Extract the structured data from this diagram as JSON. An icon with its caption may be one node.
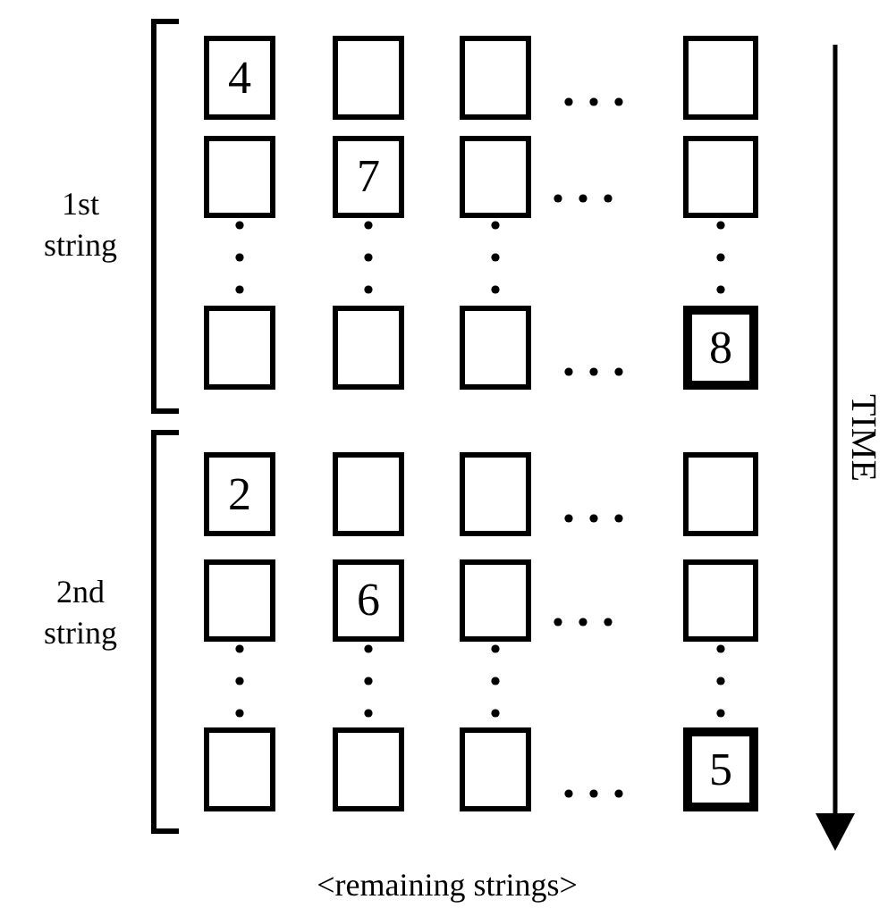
{
  "diagram": {
    "nodes": [
      {
        "text": [
          "4"
        ]
      },
      {
        "text": [],
        "shape": "box"
      },
      {
        "text": [],
        "shape": "box"
      },
      {
        "text": [],
        "shape": "box"
      },
      {
        "text": [],
        "shape": "box"
      },
      {
        "text": [
          "7"
        ]
      },
      {
        "text": [],
        "shape": "box"
      },
      {
        "text": [],
        "shape": "box"
      },
      {
        "text": [],
        "shape": "box"
      },
      {
        "text": [],
        "shape": "box"
      },
      {
        "text": [],
        "shape": "box"
      },
      {
        "text": [
          "8"
        ]
      },
      {
        "text": [
          "2"
        ]
      },
      {
        "text": [],
        "shape": "box"
      },
      {
        "text": [],
        "shape": "box"
      },
      {
        "text": [],
        "shape": "box"
      },
      {
        "text": [],
        "shape": "box"
      },
      {
        "text": [
          "6"
        ]
      },
      {
        "text": [],
        "shape": "box"
      },
      {
        "text": [],
        "shape": "box"
      },
      {
        "text": [],
        "shape": "box"
      },
      {
        "text": [],
        "shape": "box"
      },
      {
        "text": [],
        "shape": "box"
      },
      {
        "text": [
          "5"
        ]
      }
    ],
    "labels": [
      "1st string",
      "2nd string",
      "TIME",
      "<remaining strings>"
    ]
  }
}
